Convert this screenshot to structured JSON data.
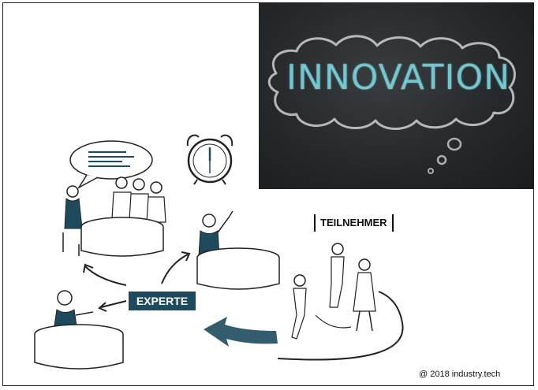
{
  "chalkboard": {
    "word": "INNOVATION"
  },
  "labels": {
    "expert": "EXPERTE",
    "participants": "TEILNEHMER"
  },
  "footer": {
    "copyright": "@ 2018 industry.tech"
  },
  "colors": {
    "accent": "#1d4a5c",
    "chalk": "#78d2dc",
    "board": "#26292b"
  }
}
